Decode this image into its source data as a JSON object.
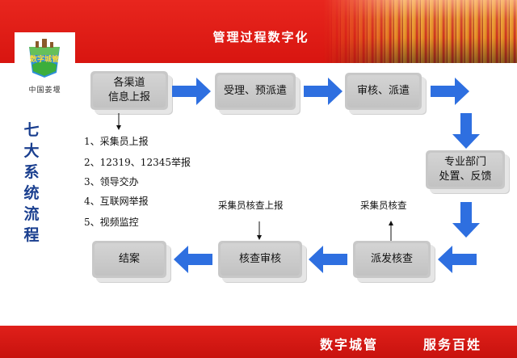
{
  "header": {
    "title": "管理过程数字化"
  },
  "logo": {
    "caption": "中国姜堰",
    "badge_text": "数字城管",
    "icon": "city-logo-icon"
  },
  "side_title": [
    "七",
    "大",
    "系",
    "统",
    "流",
    "程"
  ],
  "flow": {
    "report": [
      "各渠道",
      "信息上报"
    ],
    "accept": "受理、预派遣",
    "review": "审核、派遣",
    "dept": [
      "专业部门",
      "处置、反馈"
    ],
    "dispatch_check": "派发核查",
    "verify_review": "核查审核",
    "close": "结案"
  },
  "channels": [
    "1、采集员上报",
    "2、12319、12345举报",
    "3、领导交办",
    "4、互联网举报",
    "5、视频监控"
  ],
  "labels": {
    "collector_report": "采集员核查上报",
    "collector_check": "采集员核查"
  },
  "footer": {
    "left": "数字城管",
    "right": "服务百姓"
  },
  "colors": {
    "banner_red": "#e8261e",
    "arrow_blue": "#2e6fe0",
    "side_title_blue": "#1a3f8f",
    "box_gray": "#c8c8c8"
  }
}
